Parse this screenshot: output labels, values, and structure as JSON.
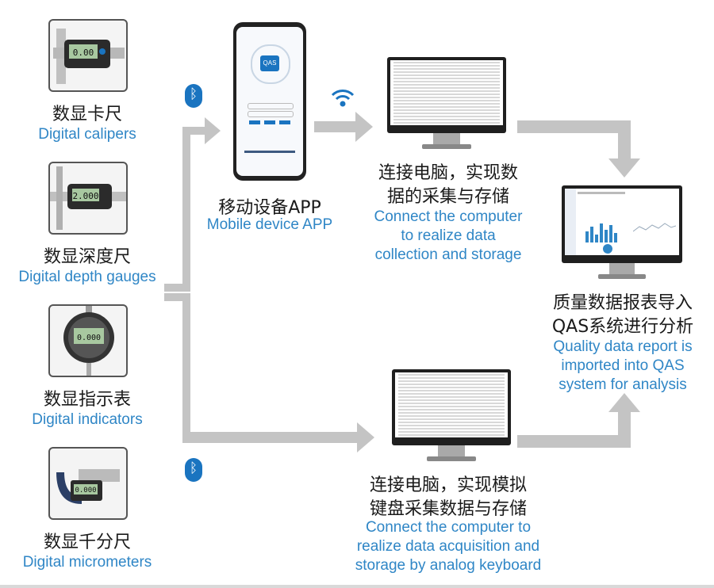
{
  "devices": [
    {
      "cn": "数显卡尺",
      "en": "Digital calipers",
      "readout": "0.00"
    },
    {
      "cn": "数显深度尺",
      "en": "Digital depth gauges",
      "readout": "2.000"
    },
    {
      "cn": "数显指示表",
      "en": "Digital indicators",
      "readout": "0.000"
    },
    {
      "cn": "数显千分尺",
      "en": "Digital micrometers",
      "readout": "0.000"
    }
  ],
  "mobile": {
    "cn": "移动设备APP",
    "en": "Mobile device APP",
    "screen_logo": "QAS"
  },
  "computer_top": {
    "cn_line1": "连接电脑，实现数",
    "cn_line2": "据的采集与存储",
    "en_line1": "Connect the computer",
    "en_line2": "to realize data",
    "en_line3": "collection and storage"
  },
  "computer_bottom": {
    "cn_line1": "连接电脑，实现模拟",
    "cn_line2": "键盘采集数据与存储",
    "en_line1": "Connect the computer to",
    "en_line2": "realize data acquisition and",
    "en_line3": "storage by analog keyboard"
  },
  "qas": {
    "cn_line1": "质量数据报表导入",
    "cn_line2": "QAS系统进行分析",
    "en_line1": "Quality data report is",
    "en_line2": "imported into QAS",
    "en_line3": "system for analysis"
  },
  "icons": {
    "bluetooth": "bluetooth-icon",
    "wifi": "wifi-icon"
  },
  "colors": {
    "arrow": "#c4c4c4",
    "accent": "#2f86c6",
    "bluetooth": "#1a74c0"
  }
}
